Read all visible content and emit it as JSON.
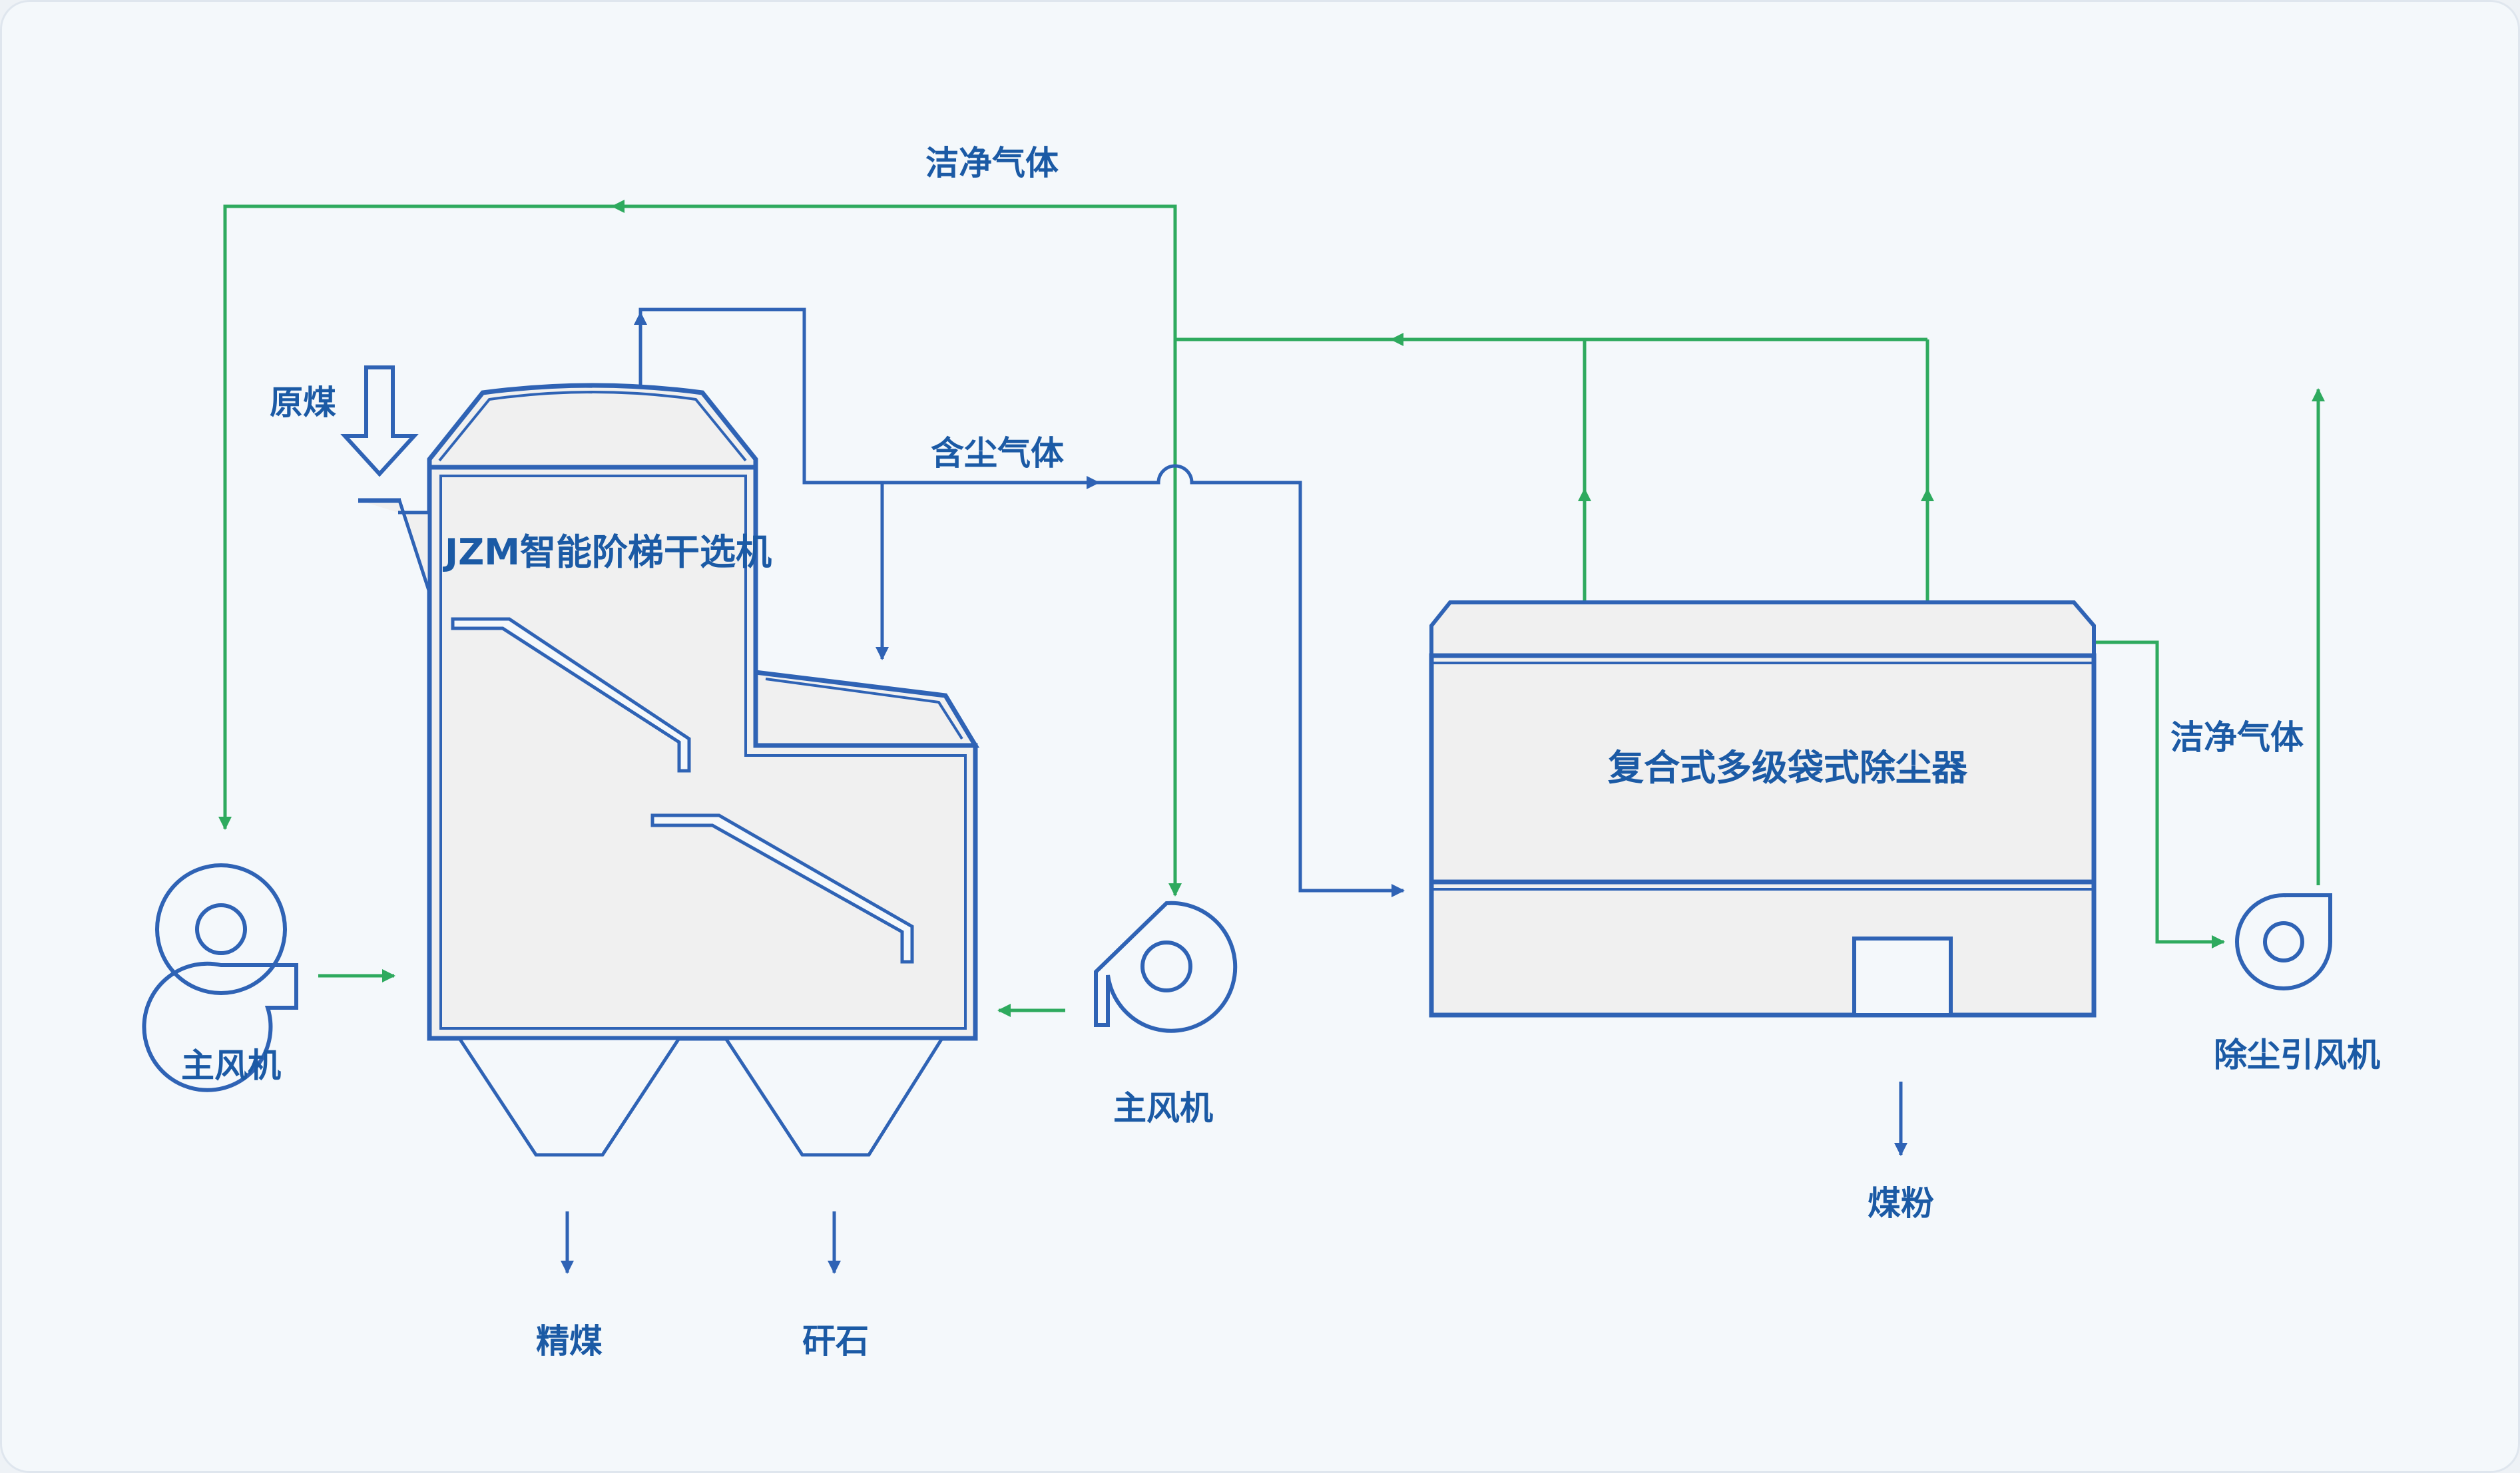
{
  "labels": {
    "clean_gas_top": "洁净气体",
    "raw_coal": "原煤",
    "dusty_gas": "含尘气体",
    "dry_separator": "JZM智能阶梯干选机",
    "main_fan_left": "主风机",
    "main_fan_mid": "主风机",
    "clean_coal": "精煤",
    "gangue": "矸石",
    "dust_collector": "复合式多级袋式除尘器",
    "clean_gas_right": "洁净气体",
    "induced_fan": "除尘引风机",
    "coal_powder": "煤粉"
  },
  "colors": {
    "equipment": "#2f63b5",
    "dust_flow": "#2f63b5",
    "clean_flow": "#2eaa5e",
    "text": "#1b5aa5",
    "fill": "#f0f0f0"
  }
}
